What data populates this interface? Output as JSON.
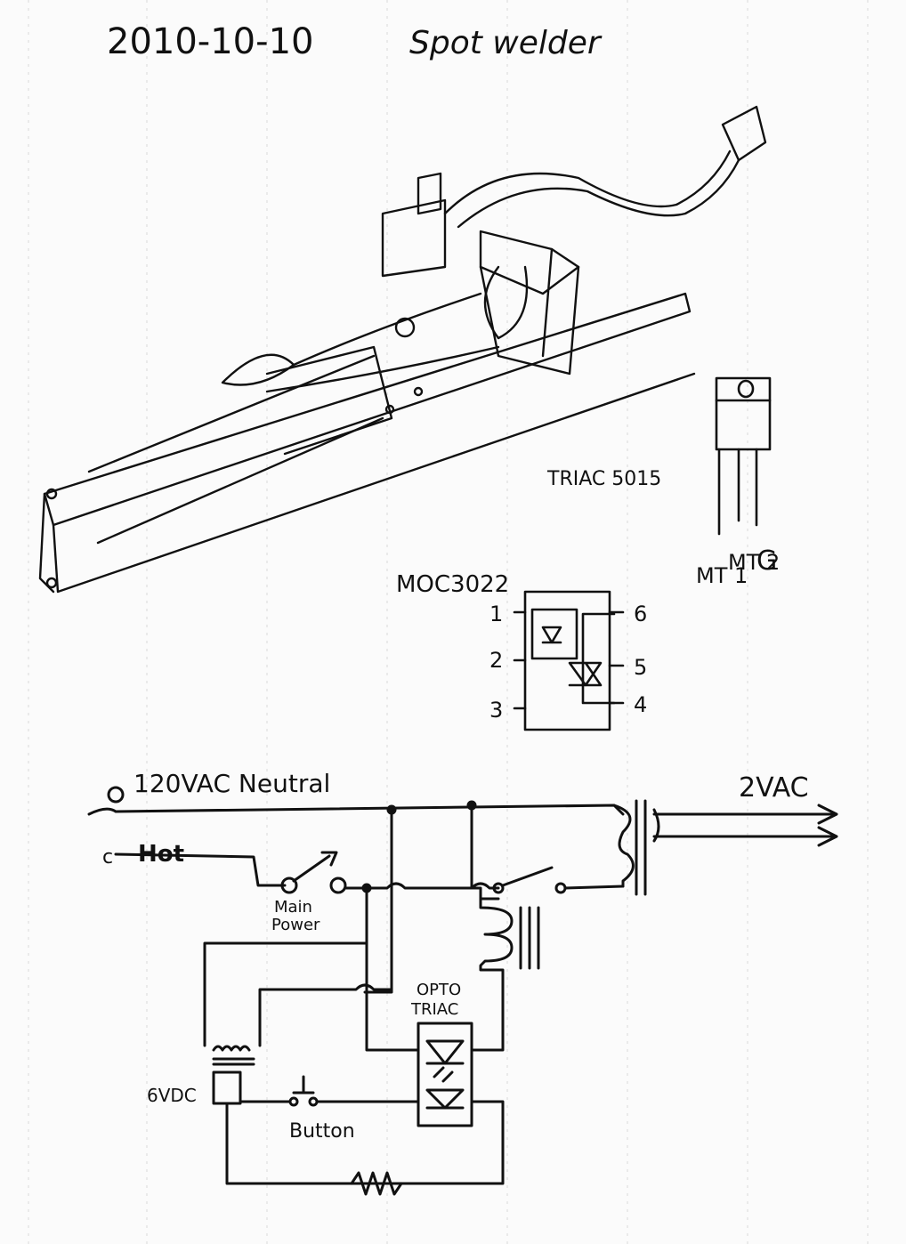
{
  "header": {
    "date": "2010-10-10",
    "title": "Spot welder"
  },
  "triac": {
    "label": "TRIAC 5015",
    "pins": [
      "MT 1",
      "MT 2",
      "G"
    ]
  },
  "optocoupler": {
    "label": "MOC3022",
    "pins_left": [
      "1",
      "2",
      "3"
    ],
    "pins_right": [
      "6",
      "5",
      "4"
    ]
  },
  "schematic": {
    "neutral_label": "120VAC Neutral",
    "hot_label": "Hot",
    "output_label": "2VAC",
    "main_power_label": [
      "Main",
      "Power"
    ],
    "opto_triac_label": [
      "OPTO",
      "TRIAC"
    ],
    "supply_label": "6VDC",
    "button_label": "Button"
  }
}
